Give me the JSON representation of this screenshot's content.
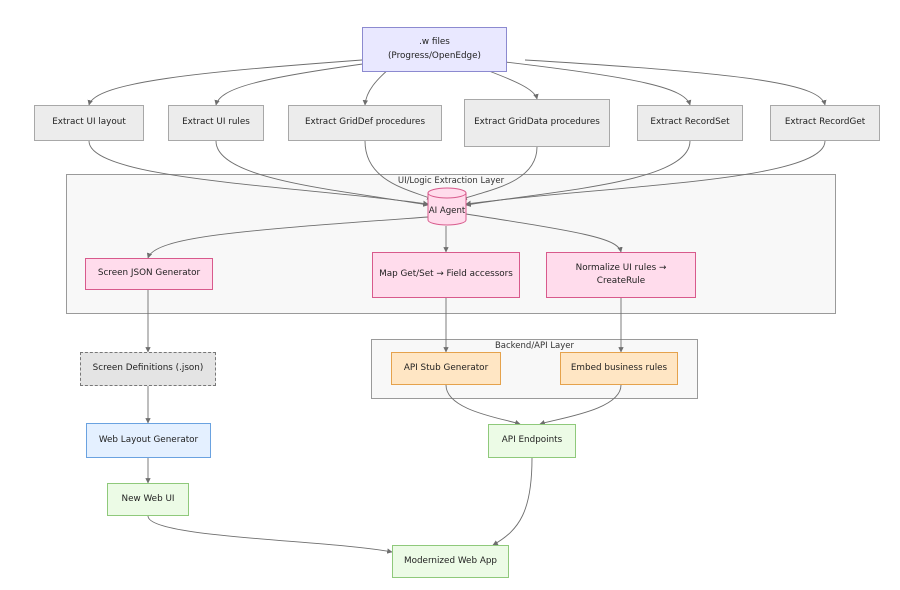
{
  "diagram": {
    "clusters": {
      "extraction": "UI/Logic Extraction Layer",
      "backend": "Backend/API Layer"
    },
    "nodes": {
      "source": "(Progress/OpenEdge)",
      "source_line1": ".w files",
      "extract_ui_layout": "Extract UI layout",
      "extract_ui_rules": "Extract UI rules",
      "extract_griddef": "Extract GridDef procedures",
      "extract_griddata": "Extract GridData procedures",
      "extract_recordset": "Extract RecordSet",
      "extract_recordget": "Extract RecordGet",
      "ai_agent": "AI Agent",
      "screen_json_gen": "Screen JSON Generator",
      "map_getset": "Map Get/Set → Field accessors",
      "normalize_rules": "Normalize UI rules → CreateRule",
      "screen_defs": "Screen Definitions (.json)",
      "api_stub": "API Stub Generator",
      "embed_rules": "Embed business rules",
      "web_layout_gen": "Web Layout Generator",
      "api_endpoints": "API Endpoints",
      "new_web_ui": "New Web UI",
      "modernized_app": "Modernized Web App"
    }
  }
}
